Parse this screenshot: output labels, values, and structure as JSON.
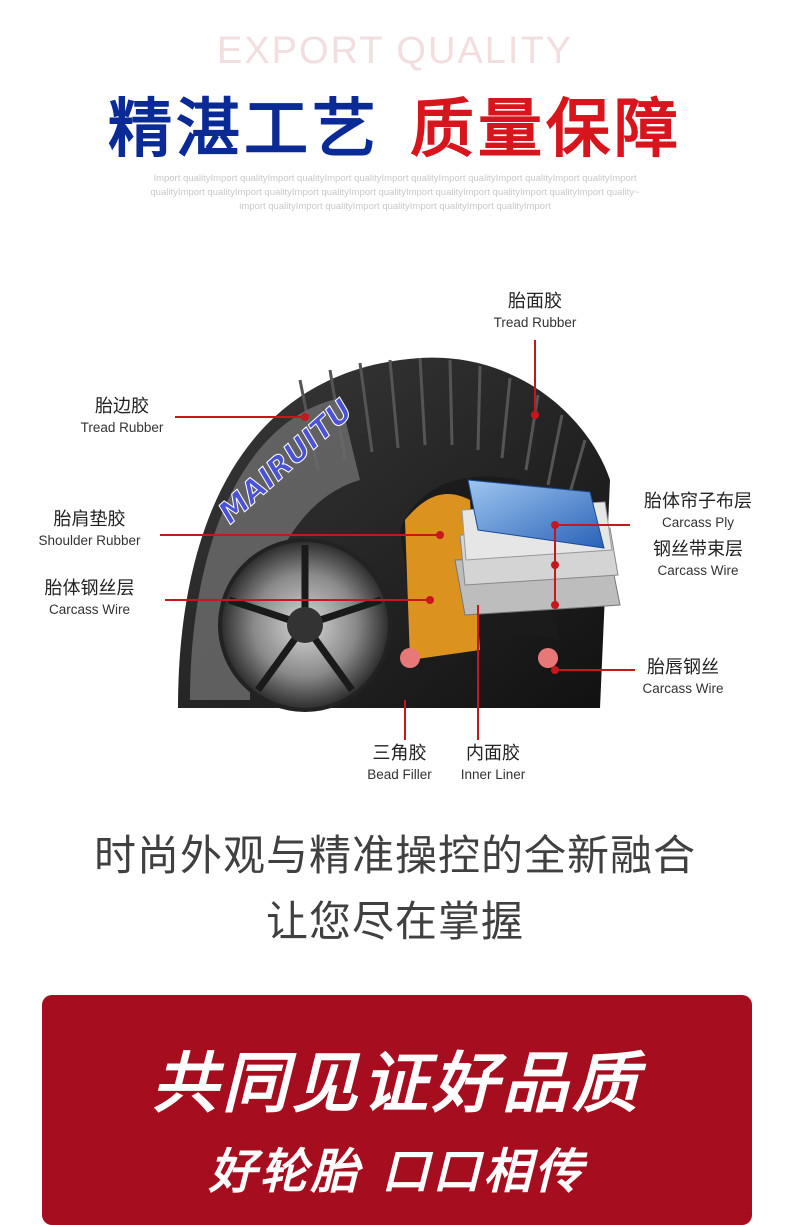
{
  "header": {
    "export_text": "EXPORT QUALITY",
    "headline_left": "精湛工艺",
    "headline_right": "质量保障",
    "fine_print": [
      "Import qualityImport qualityImport qualityImport qualityImport qualityImport qualityImport qualityImport qualityImport",
      "qualityImport qualityImport qualityImport qualityImport qualityImport qualityImport qualityImport qualityImport quality~",
      "import qualityImport qualityImport qualityImport qualityImport qualityImport"
    ]
  },
  "diagram": {
    "brand": "MAIRUITU",
    "labels": {
      "tread_top": {
        "cn": "胎面胶",
        "en": "Tread Rubber"
      },
      "sidewall": {
        "cn": "胎边胶",
        "en": "Tread Rubber"
      },
      "shoulder": {
        "cn": "胎肩垫胶",
        "en": "Shoulder Rubber"
      },
      "carcass_wire": {
        "cn": "胎体钢丝层",
        "en": "Carcass Wire"
      },
      "carcass_ply": {
        "cn": "胎体帘子布层",
        "en": "Carcass Ply"
      },
      "steel_belt": {
        "cn": "钢丝带束层",
        "en": "Carcass Wire"
      },
      "bead_wire": {
        "cn": "胎唇钢丝",
        "en": "Carcass Wire"
      },
      "bead_filler": {
        "cn": "三角胶",
        "en": "Bead Filler"
      },
      "inner_liner": {
        "cn": "内面胶",
        "en": "Inner Liner"
      }
    },
    "colors": {
      "callout_line": "#c8161d",
      "ply_blue": "#3a7fd0",
      "filler_orange": "#f2a020"
    }
  },
  "slogan": {
    "line1": "时尚外观与精准操控的全新融合",
    "line2": "让您尽在掌握"
  },
  "banner": {
    "line1": "共同见证好品质",
    "line2": "好轮胎  口口相传",
    "color": "#a60d1e"
  }
}
